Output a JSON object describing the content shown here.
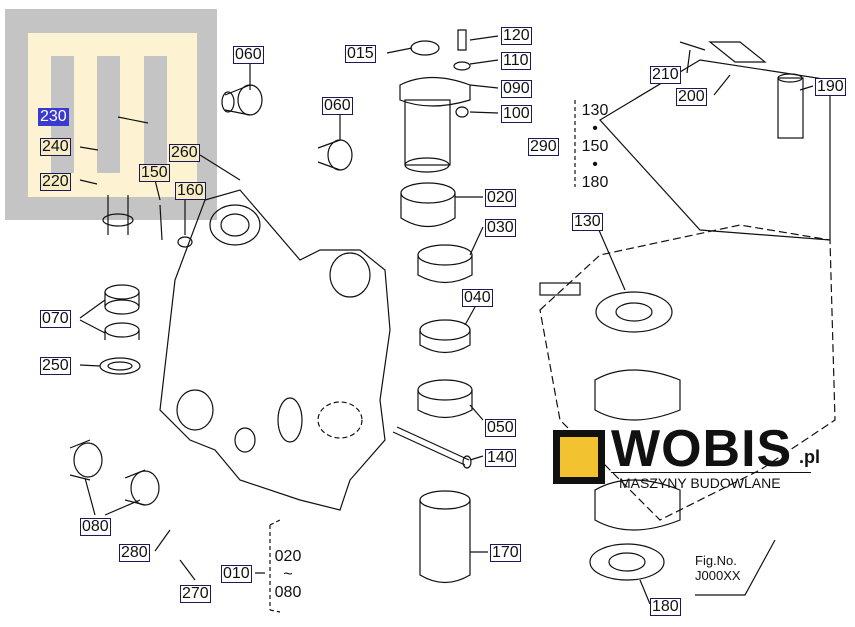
{
  "figure": {
    "fig_label": "Fig.No.",
    "fig_number": "J000XX"
  },
  "logo": {
    "name": "WOBIS",
    "suffix": ".pl",
    "tagline": "MASZYNY BUDOWLANE",
    "accent": "#f2c230"
  },
  "labels": {
    "l060a": "060",
    "l060b": "060",
    "l015": "015",
    "l120": "120",
    "l110": "110",
    "l090": "090",
    "l100": "100",
    "l290": "290",
    "g290": [
      "130",
      "•",
      "150",
      "•",
      "180"
    ],
    "l210": "210",
    "l200": "200",
    "l190": "190",
    "l230": "230",
    "l240": "240",
    "l220": "220",
    "l150": "150",
    "l160": "160",
    "l260": "260",
    "l020": "020",
    "l030": "030",
    "l040": "040",
    "l130": "130",
    "l070": "070",
    "l250": "250",
    "l050": "050",
    "l140": "140",
    "l080": "080",
    "l280": "280",
    "l010": "010",
    "g010": [
      "020",
      "~",
      "080"
    ],
    "l270": "270",
    "l170": "170",
    "l180": "180"
  },
  "colors": {
    "highlight": "#3a3ad0",
    "selected_bg": "#f7ecc4"
  }
}
